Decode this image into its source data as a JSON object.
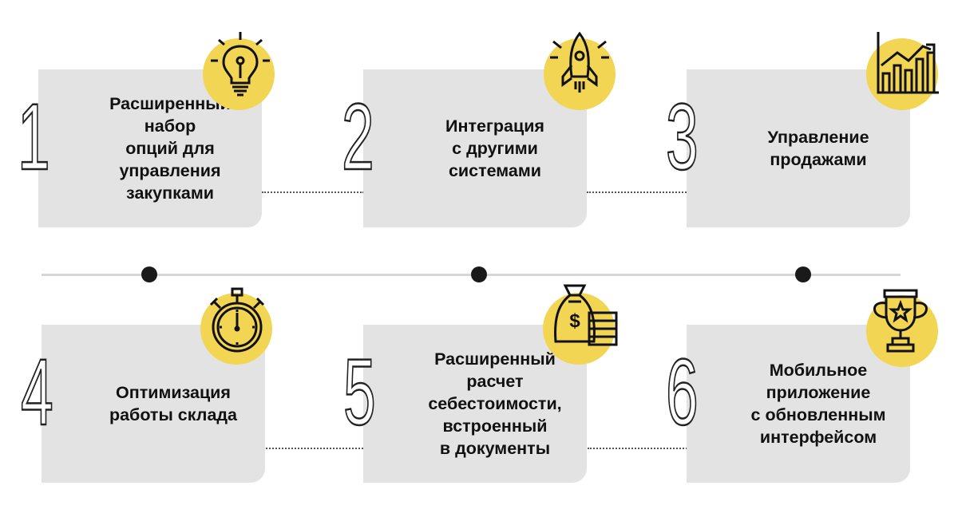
{
  "accent_color": "#f2d552",
  "steps": [
    {
      "number": "1",
      "label": "Расширенный\nнабор\nопций для\nуправления\nзакупками",
      "icon": "lightbulb-icon"
    },
    {
      "number": "2",
      "label": "Интеграция\nс другими\nсистемами",
      "icon": "rocket-icon"
    },
    {
      "number": "3",
      "label": "Управление\nпродажами",
      "icon": "growth-chart-icon"
    },
    {
      "number": "4",
      "label": "Оптимизация\nработы склада",
      "icon": "stopwatch-icon"
    },
    {
      "number": "5",
      "label": "Расширенный\nрасчет\nсебестоимости,\nвстроенный\nв документы",
      "icon": "money-bag-icon"
    },
    {
      "number": "6",
      "label": "Мобильное\nприложение\nс обновленным\nинтерфейсом",
      "icon": "trophy-icon"
    }
  ]
}
